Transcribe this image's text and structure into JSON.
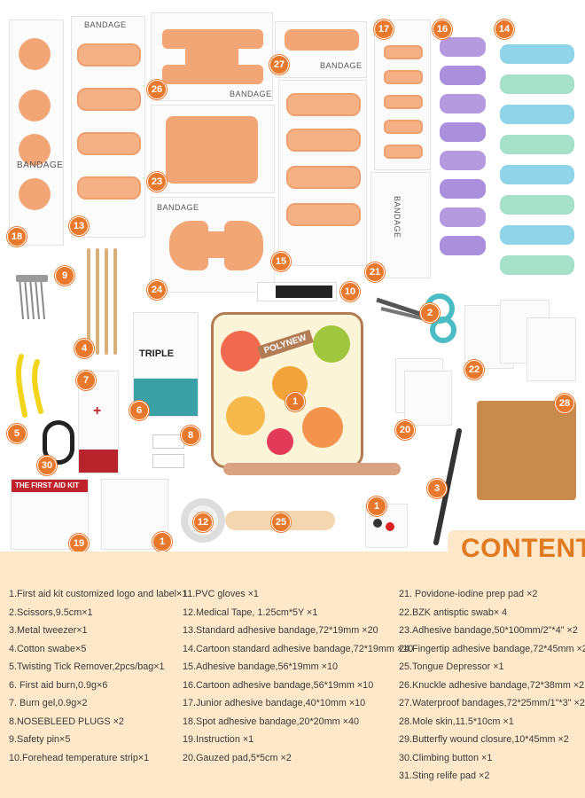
{
  "header": {
    "title": "CONTENTS"
  },
  "image_labels": {
    "bandage_text": "BANDAGE",
    "brand_text": "POLYNEW",
    "aid_sheet_title": "THE FIRST AID KIT",
    "triple_text": "TRIPLE"
  },
  "badges": [
    "18",
    "13",
    "26",
    "23",
    "24",
    "27",
    "15",
    "17",
    "21",
    "16",
    "14",
    "9",
    "4",
    "10",
    "2",
    "7",
    "6",
    "1",
    "8",
    "22",
    "28",
    "5",
    "20",
    "30",
    "3",
    "12",
    "25",
    "19",
    "1",
    "1"
  ],
  "contents": {
    "col1": [
      "1.First aid kit customized logo and label×1",
      "2.Scissors,9.5cm×1",
      "3.Metal tweezer×1",
      "4.Cotton swabe×5",
      "5.Twisting Tick Remover,2pcs/bag×1",
      "6. First aid burn,0.9g×6",
      "7. Burn gel,0.9g×2",
      "8.NOSEBLEED PLUGS ×2",
      "9.Safety pin×5",
      "10.Forehead temperature strip×1"
    ],
    "col2": [
      "11.PVC gloves ×1",
      "12.Medical Tape, 1.25cm*5Y ×1",
      "13.Standard adhesive bandage,72*19mm ×20",
      "14.Cartoon standard adhesive bandage,72*19mm ×10",
      "15.Adhesive bandage,56*19mm ×10",
      "16.Cartoon adhesive bandage,56*19mm ×10",
      "17.Junior adhesive bandage,40*10mm ×10",
      "18.Spot adhesive bandage,20*20mm ×40",
      "19.Instruction ×1",
      "20.Gauzed pad,5*5cm ×2"
    ],
    "col3": [
      "21. Povidone-iodine prep pad ×2",
      "22.BZK antisptic swab× 4",
      "23.Adhesive bandage,50*100mm/2\"*4\" ×2",
      "24.Fingertip adhesive bandage,72*45mm ×2",
      "25.Tongue Depressor ×1",
      "26.Knuckle adhesive bandage,72*38mm ×2",
      "27.Waterproof bandages,72*25mm/1\"*3\" ×2",
      "28.Mole skin,11.5*10cm ×1",
      "29.Butterfly wound closure,10*45mm ×2",
      "30.Climbing button ×1",
      "31.Sting relife pad ×2"
    ]
  },
  "colors": {
    "accent": "#e8792c",
    "panel": "#fde9c9",
    "bandage": "#f5b185"
  }
}
